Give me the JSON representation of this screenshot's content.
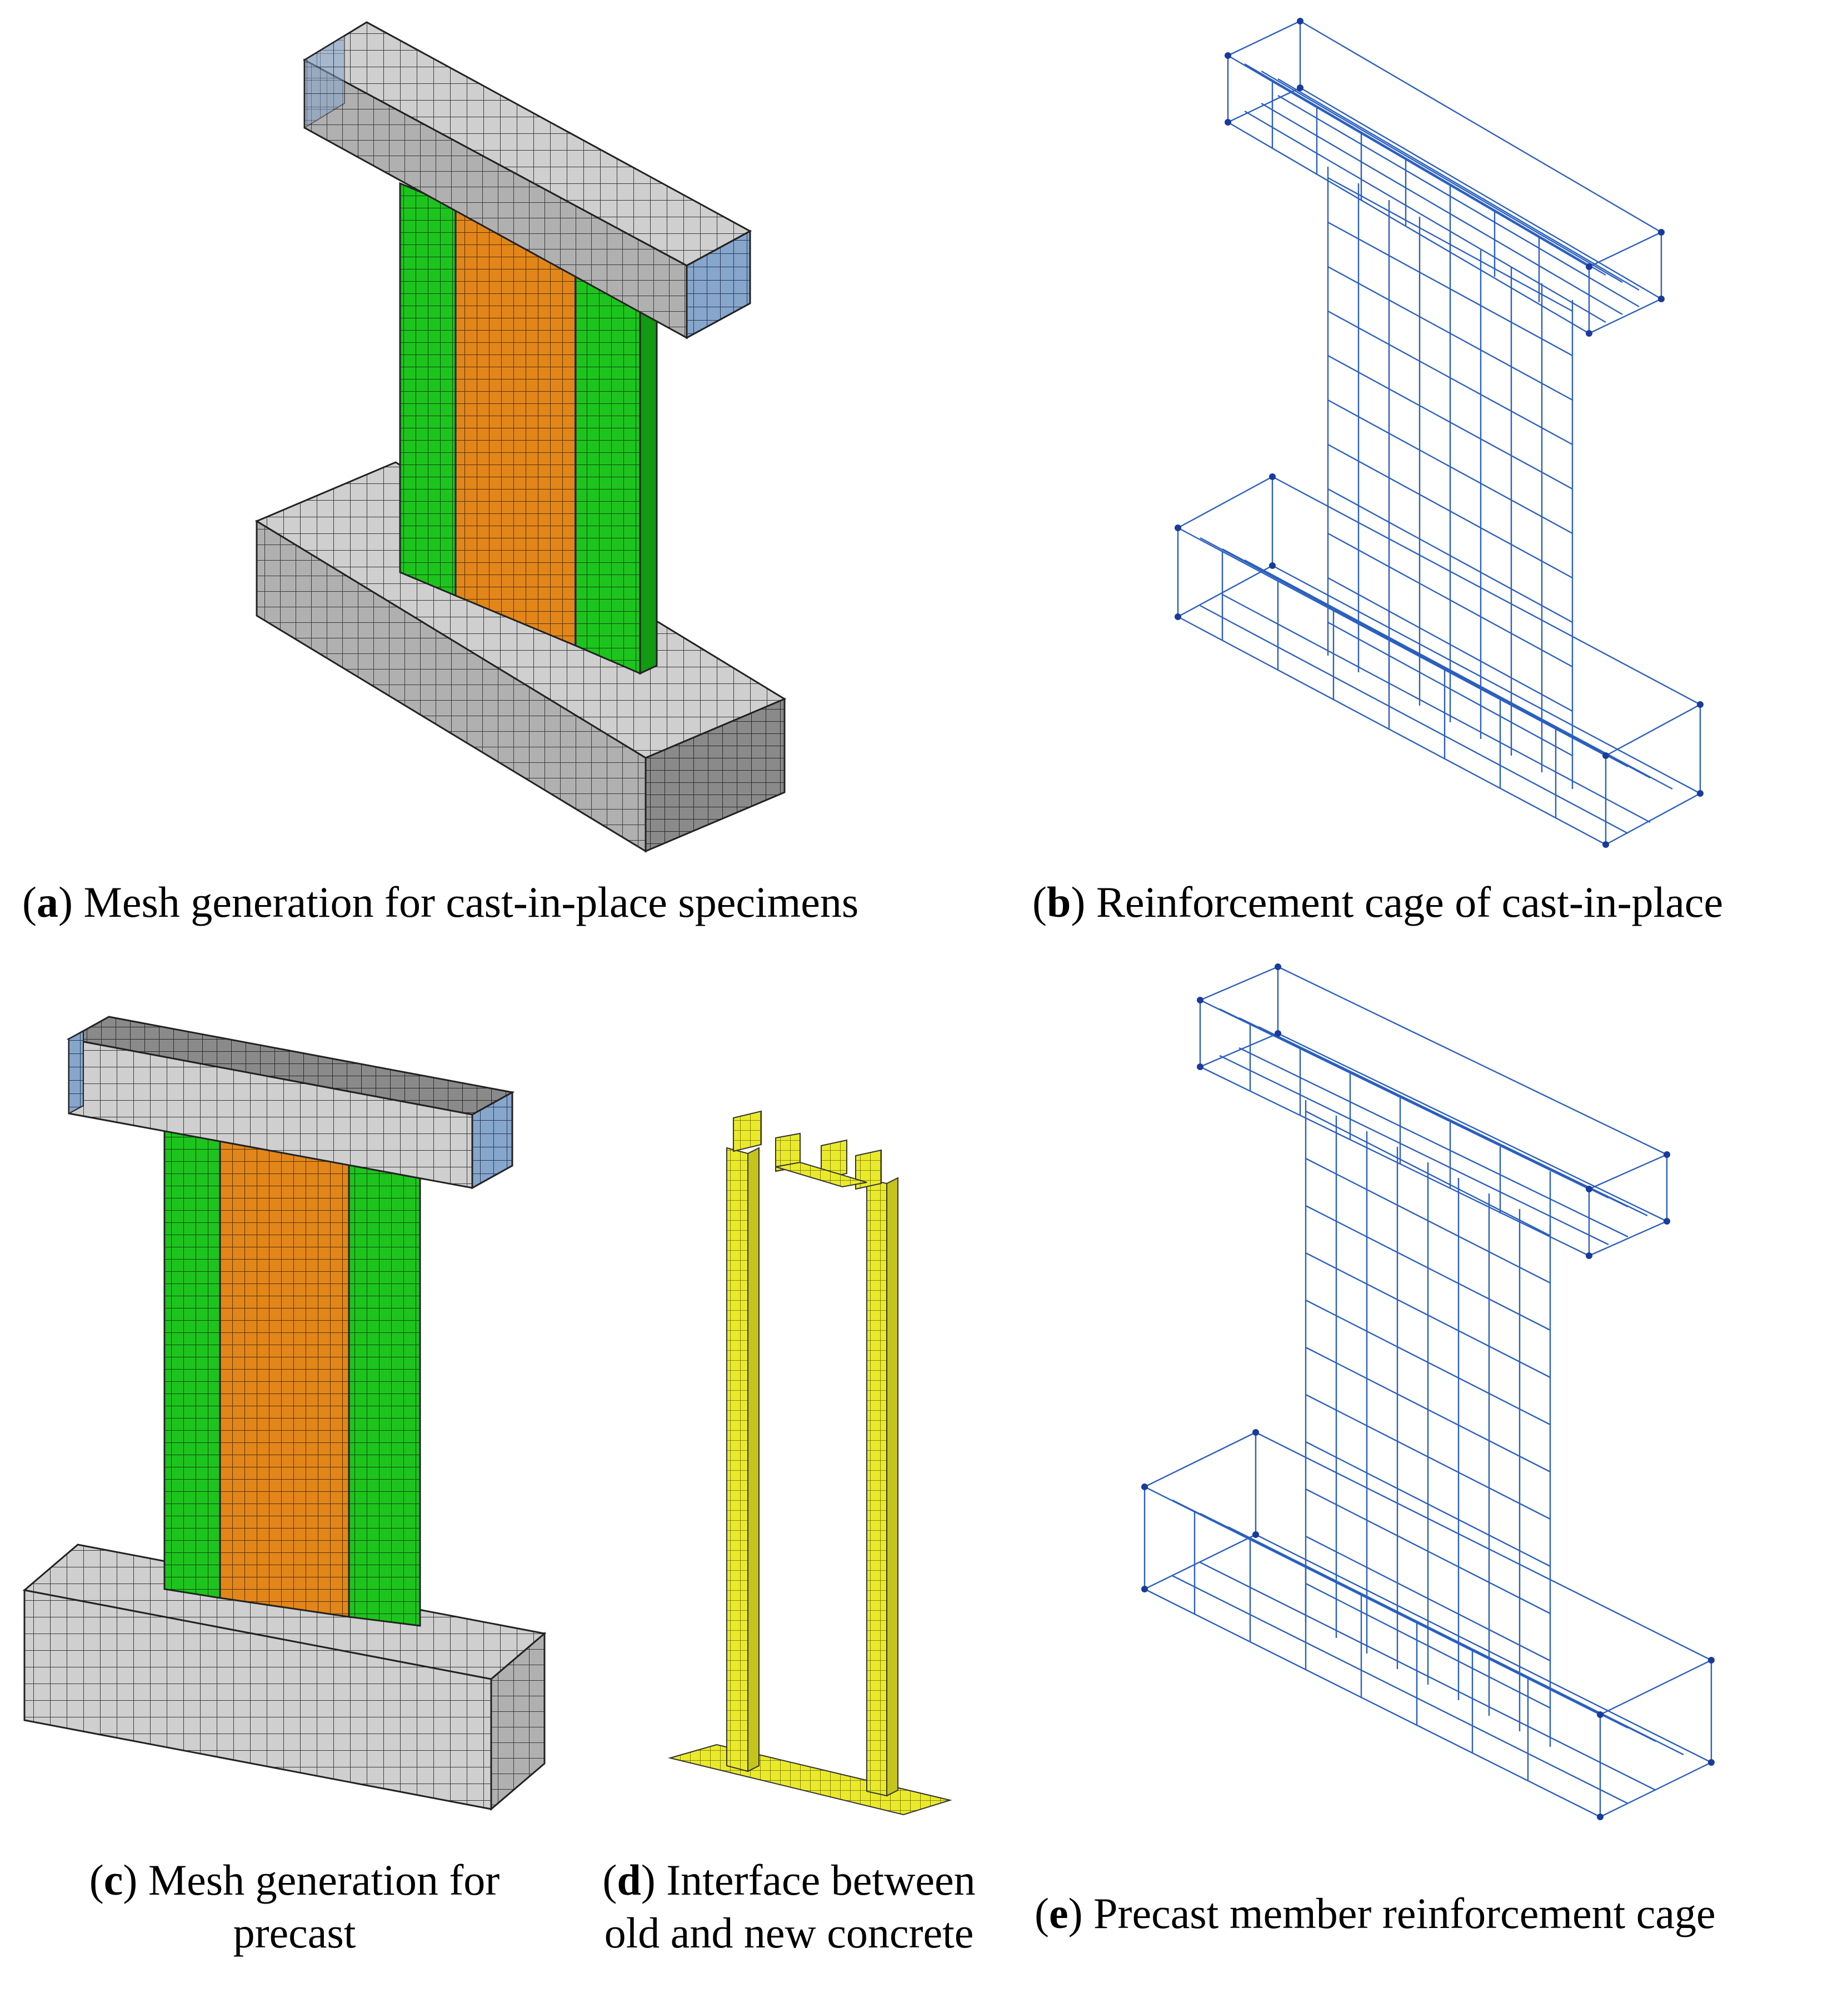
{
  "panels": {
    "a": {
      "letter": "a",
      "caption": "Mesh generation for cast-in-place specimens"
    },
    "b": {
      "letter": "b",
      "caption": "Reinforcement cage of cast-in-place"
    },
    "c": {
      "letter": "c",
      "caption_line1": "Mesh generation for",
      "caption_line2": "precast"
    },
    "d": {
      "letter": "d",
      "caption_line1": "Interface between",
      "caption_line2": "old and new concrete"
    },
    "e": {
      "letter": "e",
      "caption": "Precast member reinforcement cage"
    }
  },
  "colors": {
    "gray_concrete": "#a8a8a8",
    "gray_light": "#c6c6c6",
    "blue_end": "#7f9fc4",
    "green_boundary": "#1fc21f",
    "orange_web": "#e08418",
    "yellow_interface": "#e8e820",
    "rebar_blue": "#2a5fbf",
    "node_blue": "#1a3a9c"
  }
}
